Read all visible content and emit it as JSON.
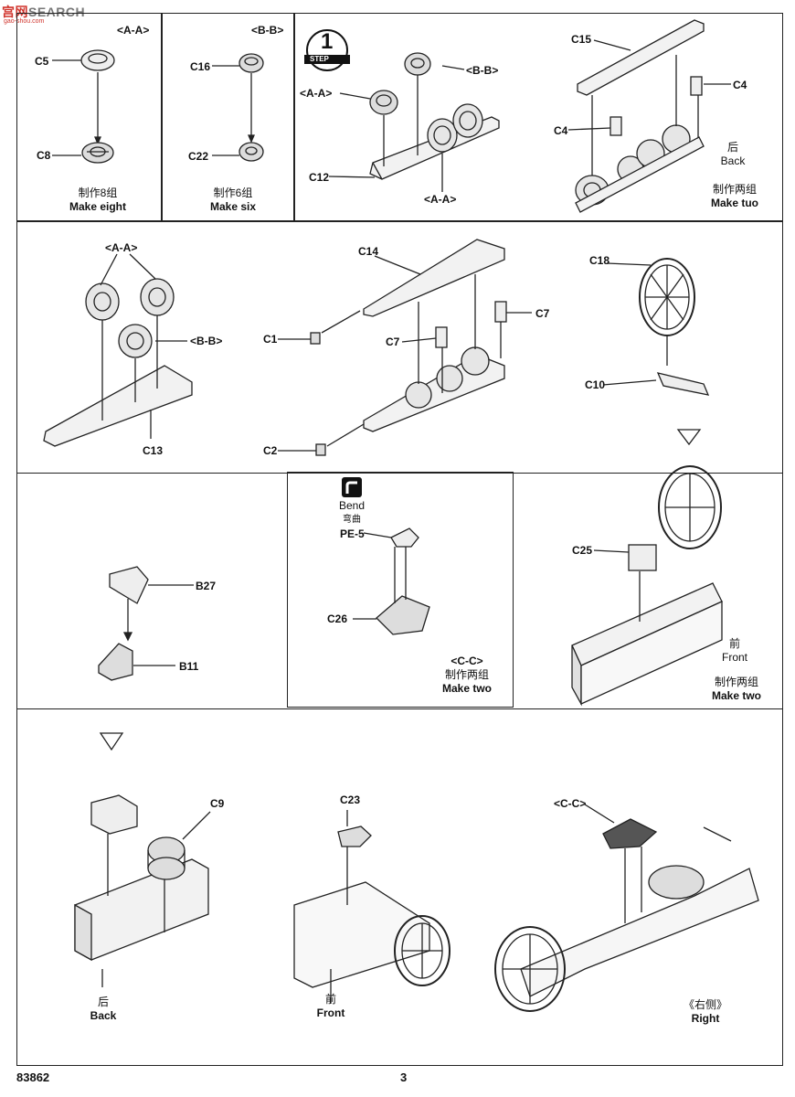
{
  "watermark": {
    "part1": "宫",
    "part2": "网",
    "part3": "SEARCH",
    "sub": "gao-shou.com"
  },
  "panel1": {
    "ref": "<A-A>",
    "part_top": "C5",
    "part_bottom": "C8",
    "caption_zh": "制作8组",
    "caption_en": "Make eight"
  },
  "panel2": {
    "ref": "<B-B>",
    "part_top": "C16",
    "part_bottom": "C22",
    "caption_zh": "制作6组",
    "caption_en": "Make six"
  },
  "panel3": {
    "step_label": "STEP",
    "step_number": "1",
    "ref_aa": "<A-A>",
    "ref_bb": "<B-B>",
    "ref_aa2": "<A-A>",
    "part": "C12"
  },
  "panel4": {
    "part_top": "C15",
    "part_right": "C4",
    "part_left": "C4",
    "note_zh": "后",
    "note_en": "Back",
    "caption_zh": "制作两组",
    "caption_en": "Make tuo"
  },
  "panel5": {
    "ref_aa": "<A-A>",
    "ref_bb": "<B-B>",
    "part": "C13"
  },
  "panel6": {
    "part_top": "C14",
    "part_c1": "C1",
    "part_c7a": "C7",
    "part_c7b": "C7",
    "part_c2": "C2"
  },
  "panel7": {
    "part_wheel": "C18",
    "part_base": "C10"
  },
  "panel8": {
    "part_c25": "C25",
    "note_zh": "前",
    "note_en": "Front",
    "caption_zh": "制作两组",
    "caption_en": "Make two"
  },
  "panel9": {
    "part_top": "B27",
    "part_bottom": "B11"
  },
  "panel10": {
    "bend_en": "Bend",
    "bend_zh": "弯曲",
    "part_pe": "PE-5",
    "part_c26": "C26",
    "ref": "<C-C>",
    "caption_zh": "制作两组",
    "caption_en": "Make two"
  },
  "panel11": {
    "part_c9": "C9",
    "note_zh": "后",
    "note_en": "Back"
  },
  "panel12": {
    "part_c23": "C23",
    "note_zh": "前",
    "note_en": "Front"
  },
  "panel13": {
    "ref": "<C-C>",
    "note_zh": "《右侧》",
    "note_en": "Right"
  },
  "footer": {
    "code": "83862",
    "page": "3"
  }
}
